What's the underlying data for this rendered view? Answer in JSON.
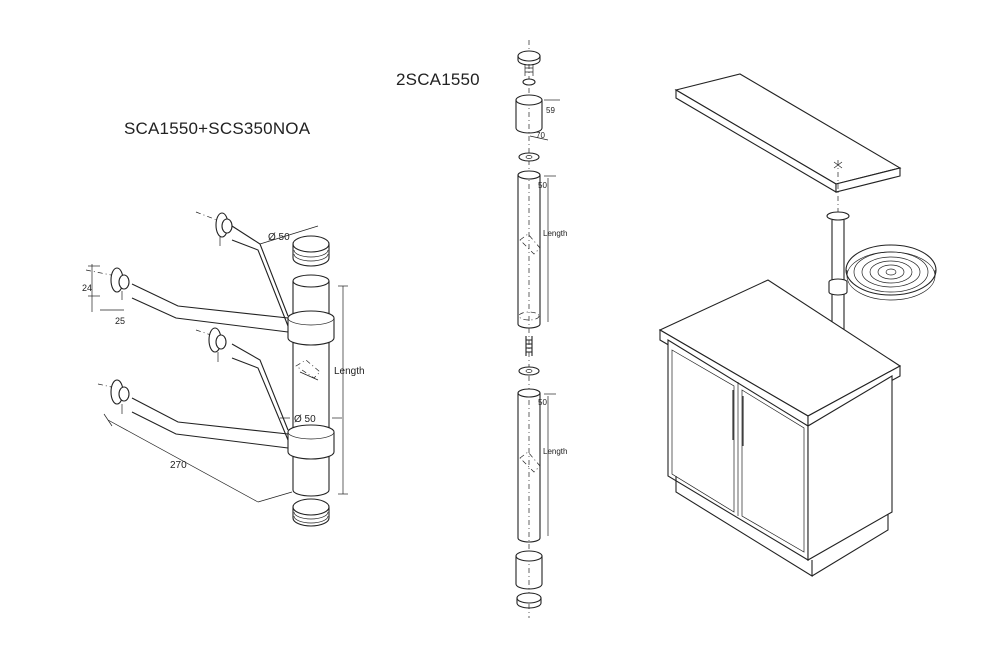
{
  "titles": {
    "left": "SCA1550+SCS350NOA",
    "middle": "2SCA1550"
  },
  "dimensions": {
    "left_dia_top": "Ø 50",
    "left_dia_mid": "Ø 50",
    "left_length": "Length",
    "left_height": "24",
    "left_width": "25",
    "left_arm": "270",
    "mid_top_59": "59",
    "mid_top_70": "70",
    "mid_pole1_dia": "50",
    "mid_pole1_length": "Length",
    "mid_pole2_dia": "50",
    "mid_pole2_length": "Length"
  },
  "colors": {
    "line": "#222222",
    "background": "#ffffff"
  }
}
